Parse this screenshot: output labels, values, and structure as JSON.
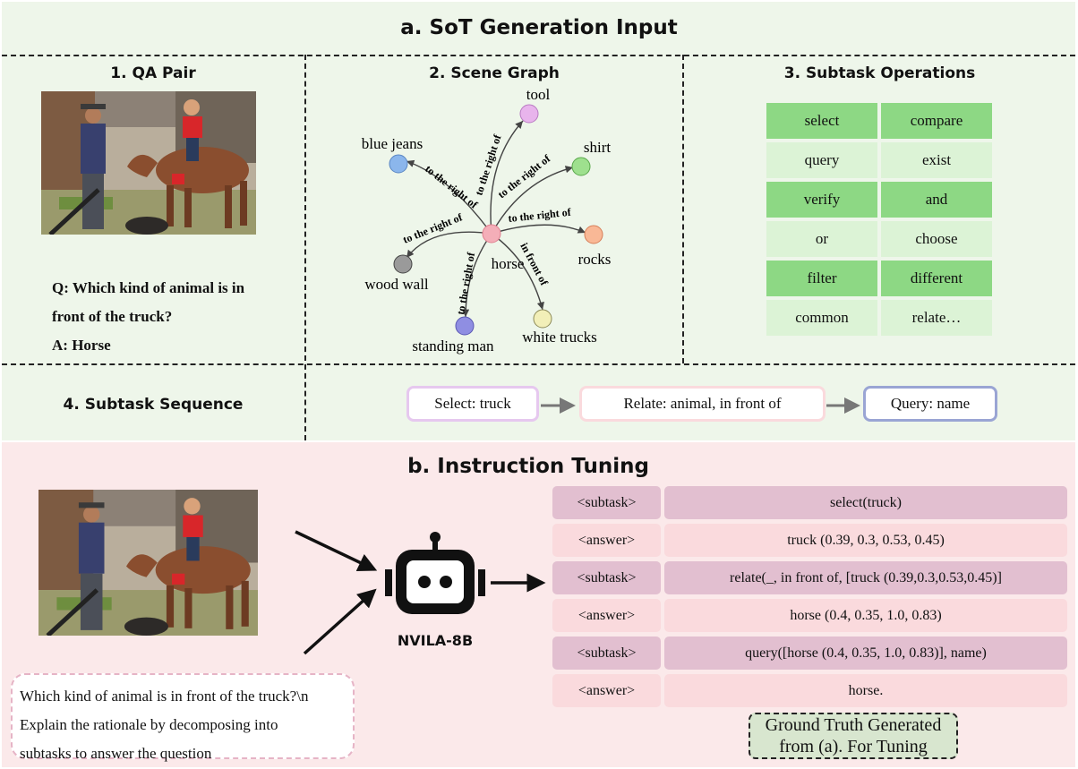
{
  "section_a": {
    "title": "a. SoT Generation Input",
    "qa_pair": {
      "heading": "1. QA Pair",
      "question_line1": "Q: Which kind of animal is in",
      "question_line2": "front of the truck?",
      "answer": "A: Horse"
    },
    "scene_graph": {
      "heading": "2. Scene Graph",
      "center": "horse",
      "edge_label": "to the right of",
      "edge_label_front": "in front of",
      "nodes": {
        "tool": "tool",
        "blue_jeans": "blue jeans",
        "shirt": "shirt",
        "rocks": "rocks",
        "wood_wall": "wood wall",
        "standing_man": "standing man",
        "white_trucks": "white trucks"
      }
    },
    "subtask_operations": {
      "heading": "3. Subtask Operations",
      "ops": [
        "select",
        "compare",
        "query",
        "exist",
        "verify",
        "and",
        "or",
        "choose",
        "filter",
        "different",
        "common",
        "relate…"
      ]
    },
    "subtask_sequence": {
      "heading": "4. Subtask Sequence",
      "steps": [
        "Select: truck",
        "Relate: animal, in front of",
        "Query: name"
      ]
    }
  },
  "section_b": {
    "title": "b. Instruction Tuning",
    "prompt_lines": [
      "Which kind of animal is in front of the truck?\\n",
      "Explain the rationale by decomposing into",
      "subtasks to answer the question"
    ],
    "model_name": "NVILA-8B",
    "rows": [
      {
        "tag": "<subtask>",
        "text": "select(truck)"
      },
      {
        "tag": "<answer>",
        "text": "truck (0.39, 0.3, 0.53, 0.45)"
      },
      {
        "tag": "<subtask>",
        "text": "relate(_, in front of, [truck (0.39,0.3,0.53,0.45)]"
      },
      {
        "tag": "<answer>",
        "text": "horse (0.4, 0.35, 1.0, 0.83)"
      },
      {
        "tag": "<subtask>",
        "text": "query([horse (0.4, 0.35, 1.0, 0.83)], name)"
      },
      {
        "tag": "<answer>",
        "text": "horse."
      }
    ],
    "ground_truth_line1": "Ground Truth Generated",
    "ground_truth_line2": "from (a). For Tuning"
  },
  "colors": {
    "panel_a_bg": "#eef6ea",
    "panel_b_bg": "#fbe9ea",
    "op_dark": "#8dd884",
    "op_light": "#dcf3d6",
    "subtask_tag": "#e2bfd0",
    "answer_tag": "#fadadd"
  }
}
